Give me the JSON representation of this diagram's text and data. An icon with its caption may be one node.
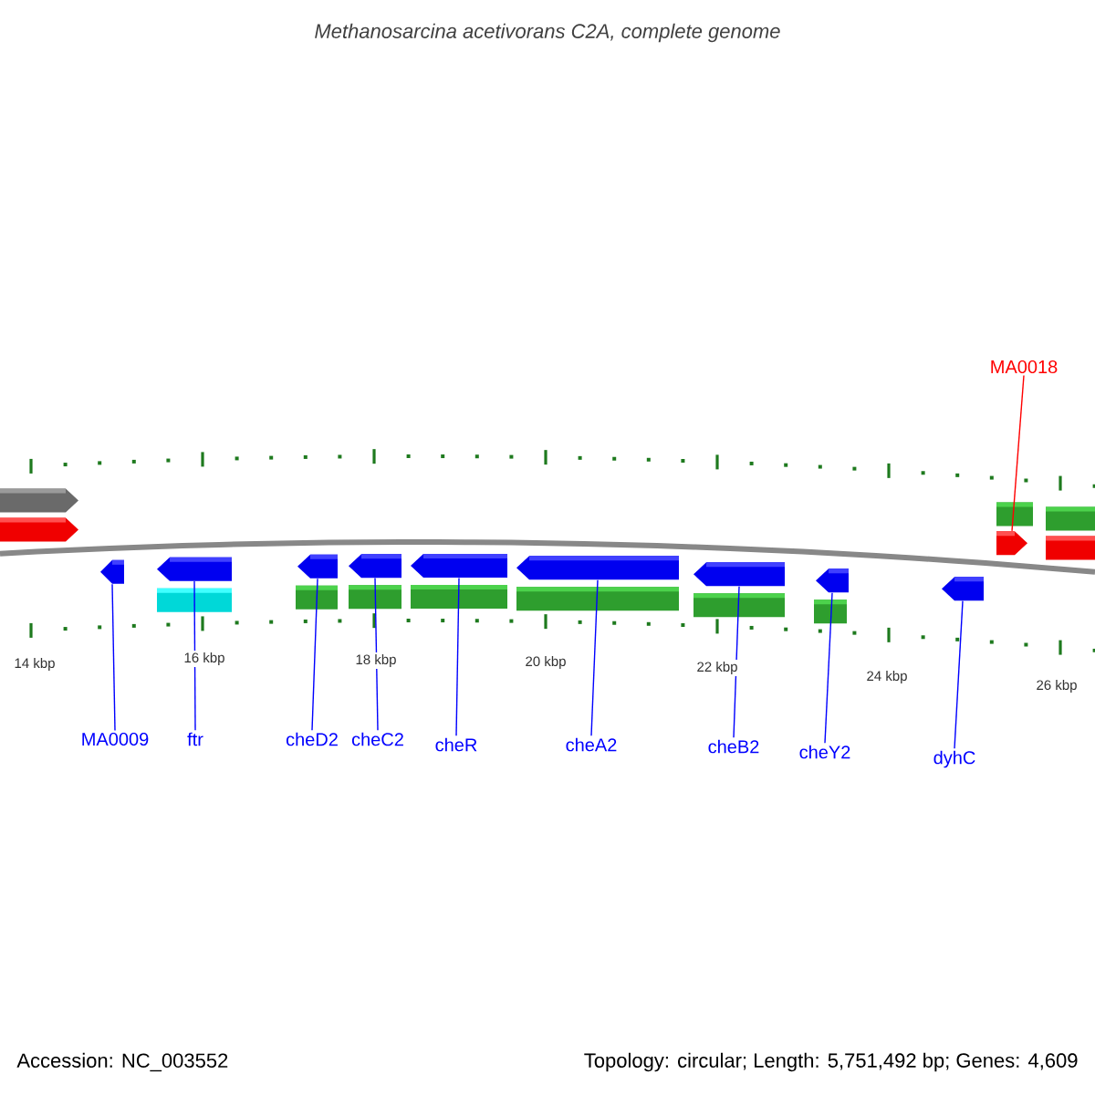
{
  "diagram": {
    "title": "Methanosarcina acetivorans C2A, complete genome",
    "nodes": [
      {
        "text": [
          "MA0018"
        ]
      },
      {
        "text": [
          "MA0009"
        ]
      },
      {
        "text": [
          "ftr"
        ]
      },
      {
        "text": [
          "cheD2"
        ]
      },
      {
        "text": [
          "cheC2"
        ]
      },
      {
        "text": [
          "cheR"
        ]
      },
      {
        "text": [
          "cheA2"
        ]
      },
      {
        "text": [
          "cheB2"
        ]
      },
      {
        "text": [
          "cheY2"
        ]
      },
      {
        "text": [
          "dyhC"
        ]
      },
      {
        "text": [],
        "shape": "arrow"
      },
      {
        "text": [],
        "shape": "arrow"
      },
      {
        "text": [],
        "shape": "arrow"
      },
      {
        "text": [],
        "shape": "arrow"
      },
      {
        "text": [],
        "shape": "arrow"
      },
      {
        "text": [],
        "shape": "arrow"
      },
      {
        "text": [],
        "shape": "arrow"
      },
      {
        "text": [],
        "shape": "arrow"
      },
      {
        "text": [],
        "shape": "arrow"
      },
      {
        "text": [],
        "shape": "arrow"
      }
    ],
    "edges": [
      {
        "from": 0,
        "to": 10,
        "arrow": "none",
        "color": "#ff0000"
      },
      {
        "from": 1,
        "to": 11,
        "arrow": "none"
      },
      {
        "from": 2,
        "to": 12,
        "arrow": "none"
      },
      {
        "from": 3,
        "to": 13,
        "arrow": "none"
      },
      {
        "from": 4,
        "to": 14,
        "arrow": "none"
      },
      {
        "from": 5,
        "to": 15,
        "arrow": "none"
      },
      {
        "from": 6,
        "to": 16,
        "arrow": "none"
      },
      {
        "from": 7,
        "to": 17,
        "arrow": "none"
      },
      {
        "from": 8,
        "to": 18,
        "arrow": "none"
      },
      {
        "from": 9,
        "to": 19,
        "arrow": "none"
      }
    ],
    "labels": [
      "14 kbp",
      "16 kbp",
      "18 kbp",
      "20 kbp",
      "22 kbp",
      "24 kbp",
      "26 kbp",
      "Accession: NC_003552",
      "Topology: circular; Length: 5,751,492 bp; Genes: 4,609"
    ]
  }
}
